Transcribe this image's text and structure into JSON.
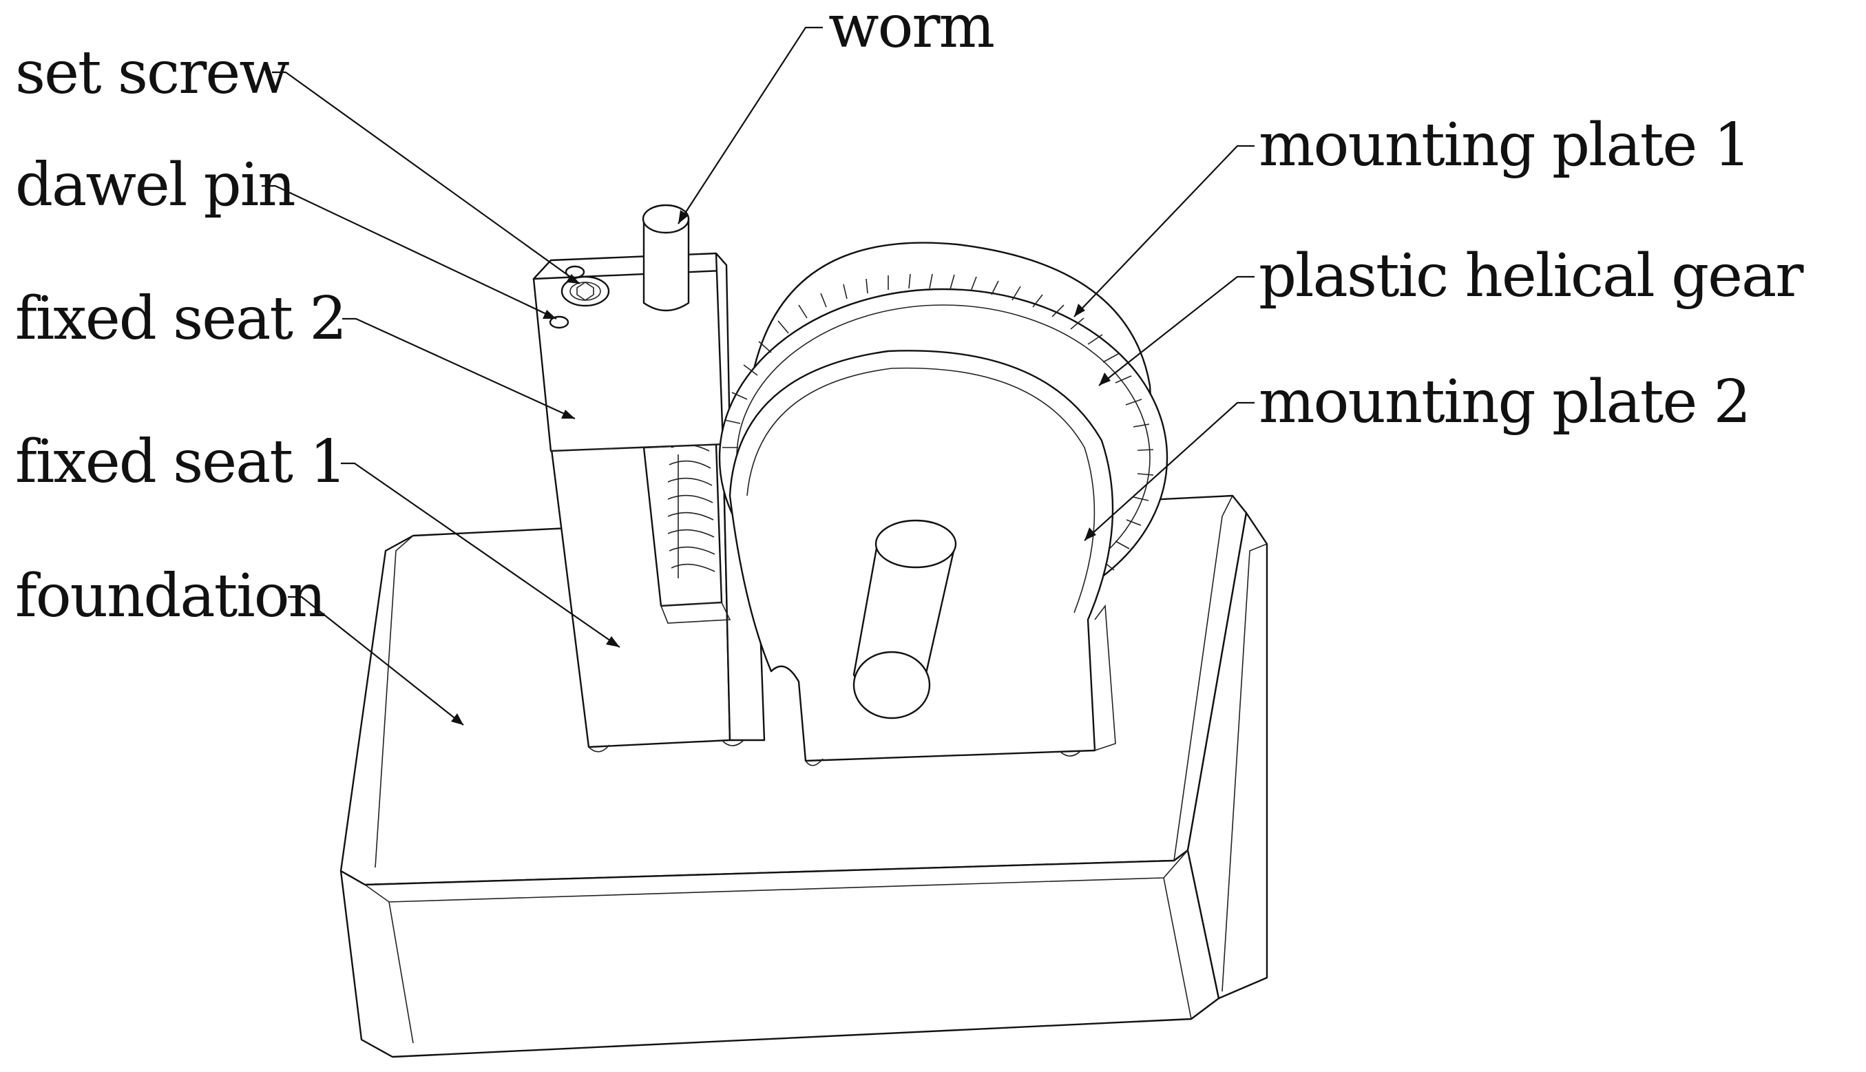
{
  "labels": {
    "set_screw": "set screw",
    "dawel_pin": "dawel pin",
    "fixed_seat_2": "fixed seat 2",
    "fixed_seat_1": "fixed seat 1",
    "foundation": "foundation",
    "worm": "worm",
    "mounting_plate_1": "mounting plate 1",
    "plastic_helical_gear": "plastic helical gear",
    "mounting_plate_2": "mounting plate 2"
  },
  "colors": {
    "line": "#111111",
    "background": "#ffffff"
  }
}
